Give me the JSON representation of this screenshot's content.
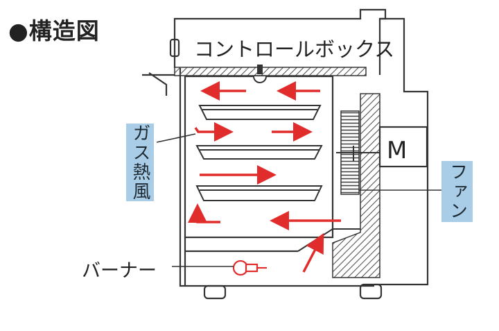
{
  "title": "●構造図",
  "labels": {
    "control_box": "コントロールボックス",
    "gas_hot_air": "ガス熱風",
    "fan": "ファン",
    "burner": "バーナー",
    "motor": "M"
  },
  "colors": {
    "outline": "#333333",
    "arrow": "#e12c2c",
    "tag_bg": "#a9cde6",
    "hatch": "#555555"
  }
}
